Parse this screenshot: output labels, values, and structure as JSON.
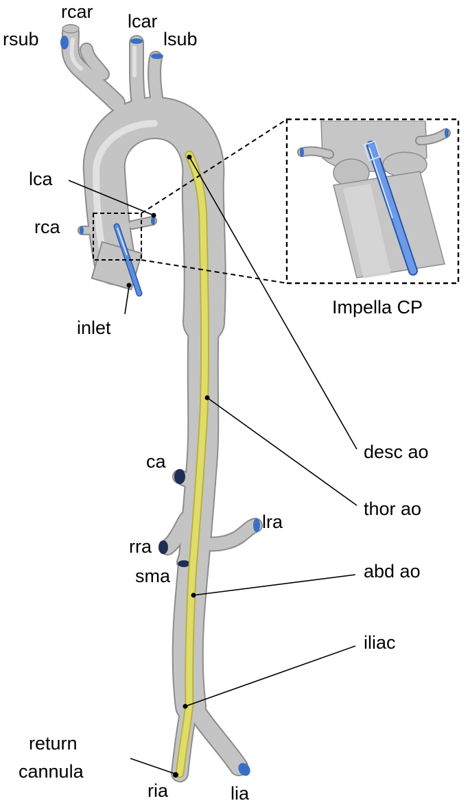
{
  "labels": {
    "rcar": "rcar",
    "rsub": "rsub",
    "lcar": "lcar",
    "lsub": "lsub",
    "lca": "lca",
    "rca": "rca",
    "inlet": "inlet",
    "impella": "Impella CP",
    "desc_ao": "desc ao",
    "thor_ao": "thor ao",
    "ca": "ca",
    "lra": "lra",
    "rra": "rra",
    "sma": "sma",
    "abd_ao": "abd ao",
    "iliac": "iliac",
    "return_cannula_line1": "return",
    "return_cannula_line2": "cannula",
    "ria": "ria",
    "lia": "lia"
  },
  "colors": {
    "vessel": "#c4c4c4",
    "vessel_edge": "#8c8c8c",
    "vessel_highlight": "#e4e4e4",
    "outlet": "#3a6fc8",
    "outlet_dark": "#1e2e55",
    "centerline": "#e0dc6a",
    "centerline_edge": "#b8b040",
    "device": "#5b8fe0"
  }
}
